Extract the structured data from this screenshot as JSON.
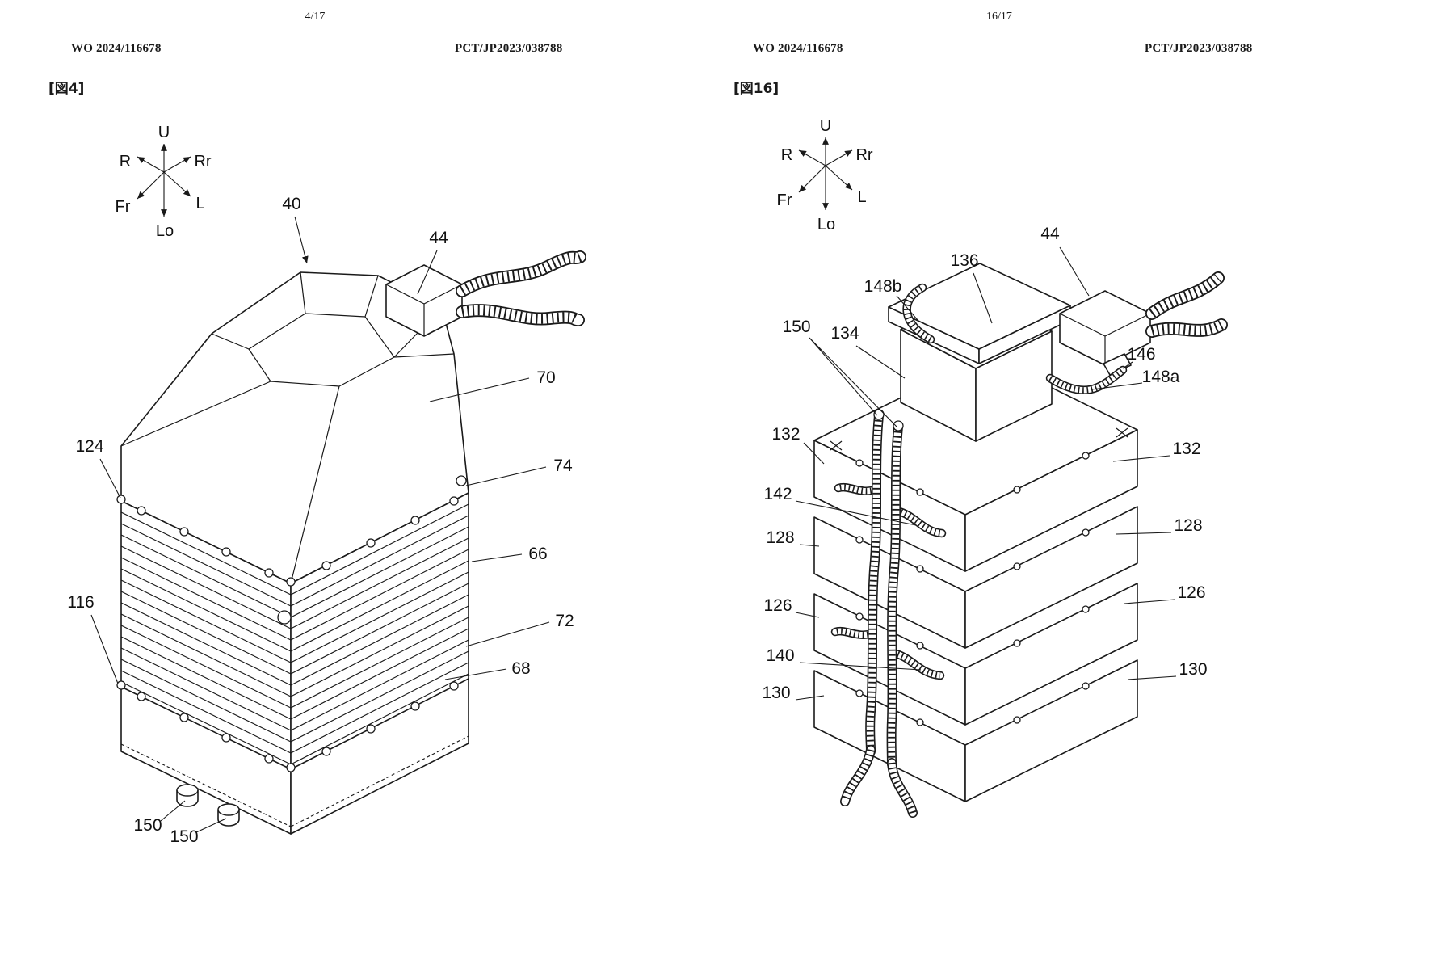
{
  "document": {
    "left_page": {
      "page_number": "4/17",
      "publication_number": "WO 2024/116678",
      "application_number": "PCT/JP2023/038788",
      "figure_label": "[図4]",
      "compass": {
        "u": "U",
        "lo": "Lo",
        "r": "R",
        "rr": "Rr",
        "fr": "Fr",
        "l": "L"
      },
      "reference_numerals": {
        "r40": "40",
        "r44": "44",
        "r70": "70",
        "r124": "124",
        "r74": "74",
        "r66": "66",
        "r116": "116",
        "r72": "72",
        "r68": "68",
        "r150a": "150",
        "r150b": "150"
      }
    },
    "right_page": {
      "page_number": "16/17",
      "publication_number": "WO 2024/116678",
      "application_number": "PCT/JP2023/038788",
      "figure_label": "[図16]",
      "compass": {
        "u": "U",
        "lo": "Lo",
        "r": "R",
        "rr": "Rr",
        "fr": "Fr",
        "l": "L"
      },
      "reference_numerals": {
        "r148b": "148b",
        "r136": "136",
        "r44": "44",
        "r150": "150",
        "r134": "134",
        "r146": "146",
        "r148a": "148a",
        "r132_left": "132",
        "r132_right": "132",
        "r142": "142",
        "r128_left": "128",
        "r128_right": "128",
        "r126_left": "126",
        "r126_right": "126",
        "r140": "140",
        "r130_left": "130",
        "r130_right": "130"
      }
    }
  }
}
